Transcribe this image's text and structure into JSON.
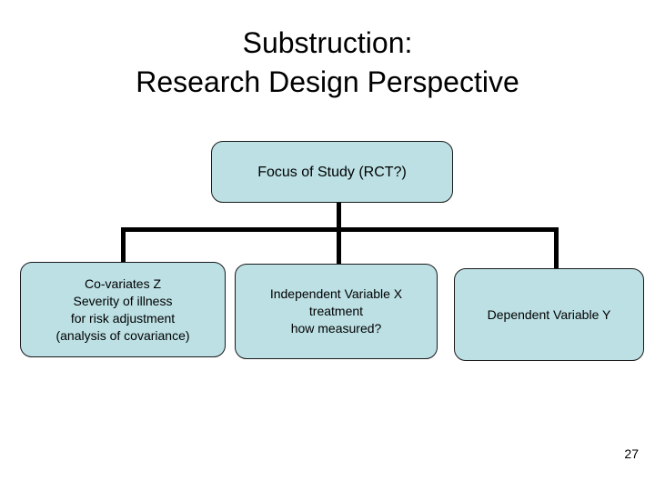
{
  "slide": {
    "title_line_1": "Substruction:",
    "title_line_2": "Research Design Perspective",
    "page_number": "27",
    "background_color": "#ffffff",
    "text_color": "#000000"
  },
  "diagram": {
    "type": "org-chart",
    "node_fill_color": "#bce0e4",
    "node_border_color": "#1a1a1a",
    "connector_color": "#000000",
    "root": {
      "id": "focus-of-study",
      "label": "Focus of Study (RCT?)"
    },
    "children": [
      {
        "id": "co-variates",
        "lines": [
          "Co-variates  Z",
          "Severity of illness",
          "for risk adjustment",
          "(analysis of covariance)"
        ]
      },
      {
        "id": "independent-variable",
        "lines": [
          "Independent Variable X",
          "treatment",
          "how measured?"
        ]
      },
      {
        "id": "dependent-variable",
        "lines": [
          "Dependent Variable Y"
        ]
      }
    ]
  }
}
